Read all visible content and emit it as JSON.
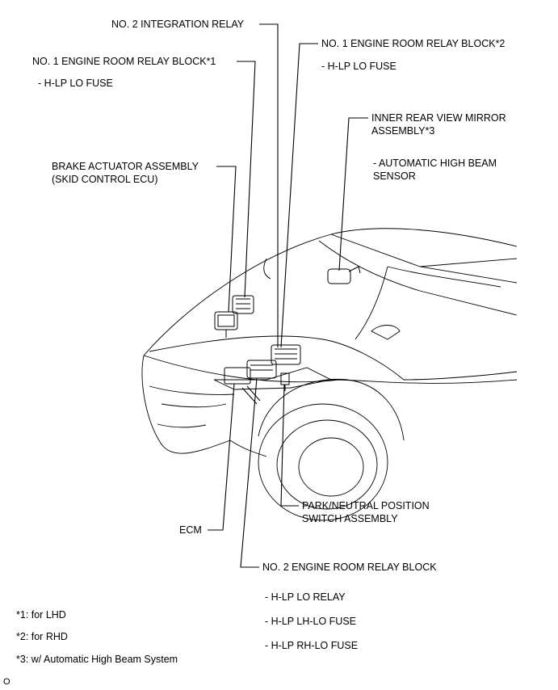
{
  "labels": {
    "no2_integration_relay": "NO. 2 INTEGRATION RELAY",
    "relay_block1": "NO. 1 ENGINE ROOM RELAY BLOCK*1",
    "relay_block1_sub": "- H-LP LO FUSE",
    "relay_block2": "NO. 1 ENGINE ROOM RELAY BLOCK*2",
    "relay_block2_sub": "- H-LP LO FUSE",
    "mirror_line1": "INNER REAR VIEW MIRROR",
    "mirror_line2": "ASSEMBLY*3",
    "mirror_sub1": "- AUTOMATIC HIGH BEAM",
    "mirror_sub2": "SENSOR",
    "brake_line1": "BRAKE ACTUATOR ASSEMBLY",
    "brake_line2": "(SKID CONTROL ECU)",
    "park_line1": "PARK/NEUTRAL POSITION",
    "park_line2": "SWITCH ASSEMBLY",
    "ecm": "ECM",
    "no2_relay_block": "NO. 2 ENGINE ROOM RELAY BLOCK",
    "no2_sub1": "- H-LP LO RELAY",
    "no2_sub2": "- H-LP LH-LO FUSE",
    "no2_sub3": "- H-LP RH-LO FUSE"
  },
  "footnotes": {
    "note1": "*1: for LHD",
    "note2": "*2: for RHD",
    "note3": "*3: w/ Automatic High Beam System"
  },
  "corner_mark": "O"
}
